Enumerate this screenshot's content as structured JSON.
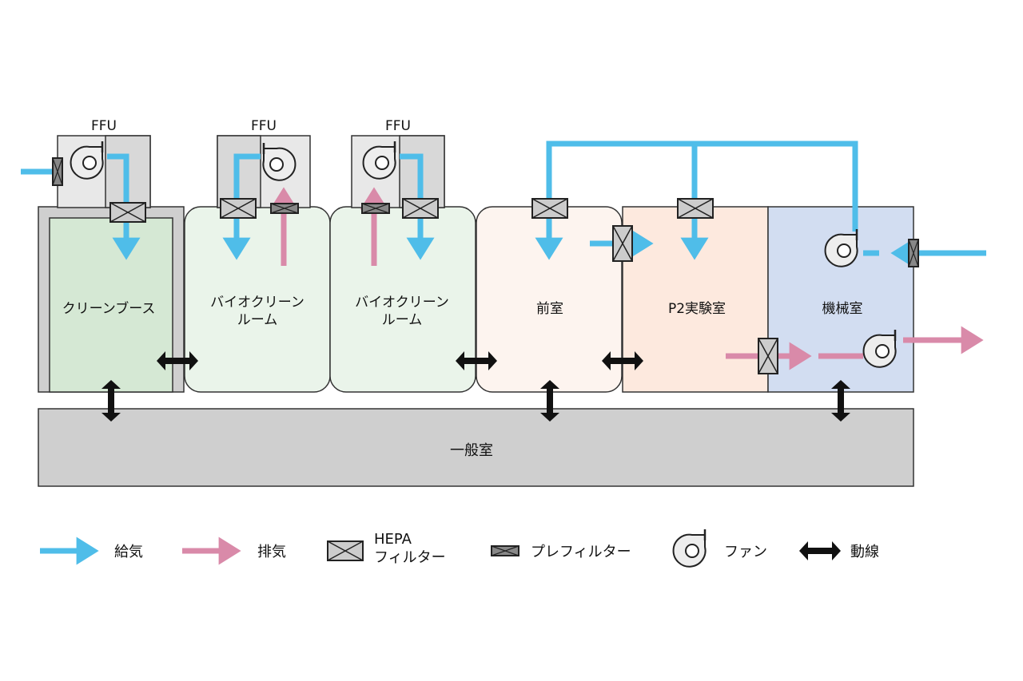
{
  "ffu_label": "FFU",
  "rooms": {
    "clean_booth": "クリーンブース",
    "bio_room_1": [
      "バイオクリーン",
      "ルーム"
    ],
    "bio_room_2": [
      "バイオクリーン",
      "ルーム"
    ],
    "anteroom": "前室",
    "p2_lab": "P2実験室",
    "machine_room": "機械室",
    "general_room": "一般室"
  },
  "legend": {
    "supply": "給気",
    "exhaust": "排気",
    "hepa": [
      "HEPA",
      "フィルター"
    ],
    "prefilter": "プレフィルター",
    "fan": "ファン",
    "traffic": "動線"
  },
  "colors": {
    "supply": "#4fbde9",
    "exhaust": "#d98aa9",
    "clean_booth": "#d5e8d4",
    "bio_room": "#eaf4ea",
    "anteroom": "#fdf4ef",
    "p2_lab": "#fde9de",
    "machine_room": "#d2ddf1",
    "general_room": "#cfcfcf",
    "ffu_box": "#e8e8e8"
  }
}
